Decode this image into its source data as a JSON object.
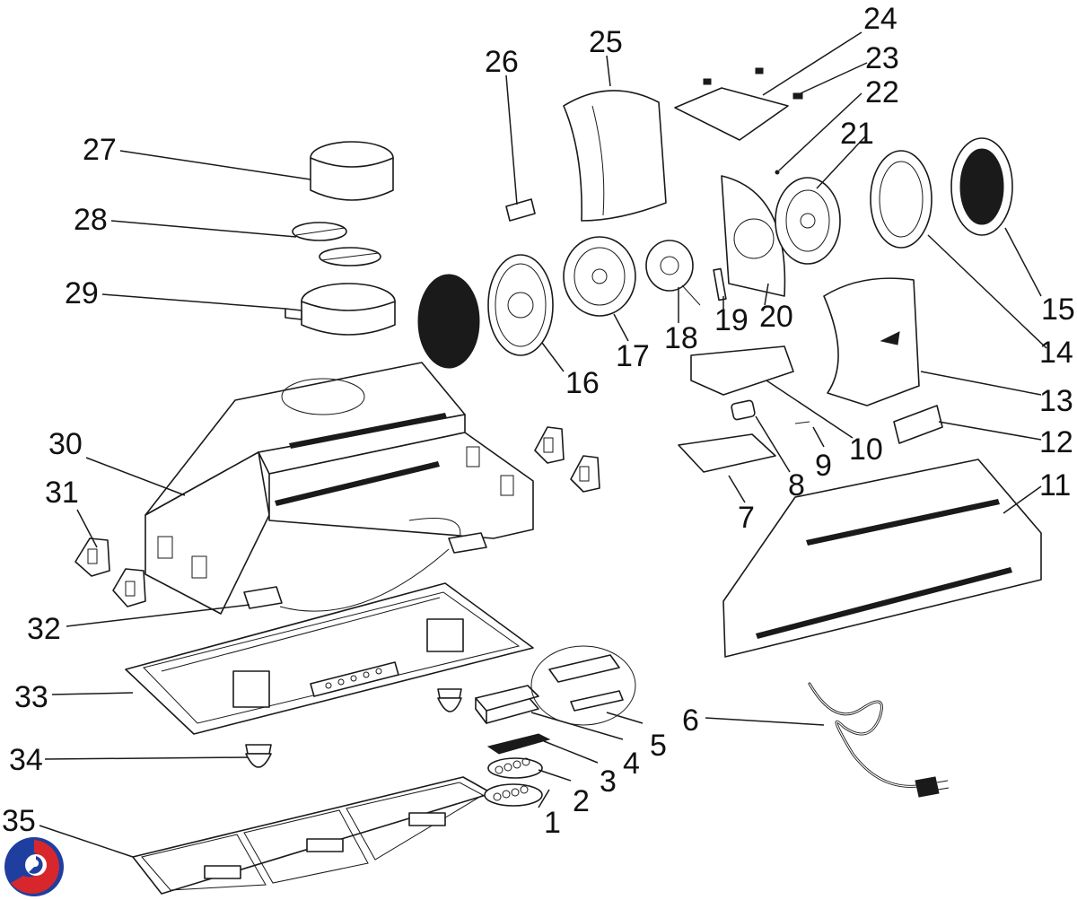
{
  "labels": [
    {
      "id": "1",
      "text": "1"
    },
    {
      "id": "2",
      "text": "2"
    },
    {
      "id": "3",
      "text": "3"
    },
    {
      "id": "4",
      "text": "4"
    },
    {
      "id": "5",
      "text": "5"
    },
    {
      "id": "6",
      "text": "6"
    },
    {
      "id": "7",
      "text": "7"
    },
    {
      "id": "8",
      "text": "8"
    },
    {
      "id": "9",
      "text": "9"
    },
    {
      "id": "10",
      "text": "10"
    },
    {
      "id": "11",
      "text": "11"
    },
    {
      "id": "12",
      "text": "12"
    },
    {
      "id": "13",
      "text": "13"
    },
    {
      "id": "14",
      "text": "14"
    },
    {
      "id": "15",
      "text": "15"
    },
    {
      "id": "16",
      "text": "16"
    },
    {
      "id": "17",
      "text": "17"
    },
    {
      "id": "18",
      "text": "18"
    },
    {
      "id": "19",
      "text": "19"
    },
    {
      "id": "20",
      "text": "20"
    },
    {
      "id": "21",
      "text": "21"
    },
    {
      "id": "22",
      "text": "22"
    },
    {
      "id": "23",
      "text": "23"
    },
    {
      "id": "24",
      "text": "24"
    },
    {
      "id": "25",
      "text": "25"
    },
    {
      "id": "26",
      "text": "26"
    },
    {
      "id": "27",
      "text": "27"
    },
    {
      "id": "28",
      "text": "28"
    },
    {
      "id": "29",
      "text": "29"
    },
    {
      "id": "30",
      "text": "30"
    },
    {
      "id": "31",
      "text": "31"
    },
    {
      "id": "32",
      "text": "32"
    },
    {
      "id": "33",
      "text": "33"
    },
    {
      "id": "34",
      "text": "34"
    },
    {
      "id": "35",
      "text": "35"
    }
  ],
  "logo": {
    "icon": "brand-logo-icon",
    "colors": {
      "blue": "#1f3fa0",
      "red": "#d8262d"
    }
  },
  "colors": {
    "line": "#1a1a1a",
    "background": "#ffffff"
  }
}
